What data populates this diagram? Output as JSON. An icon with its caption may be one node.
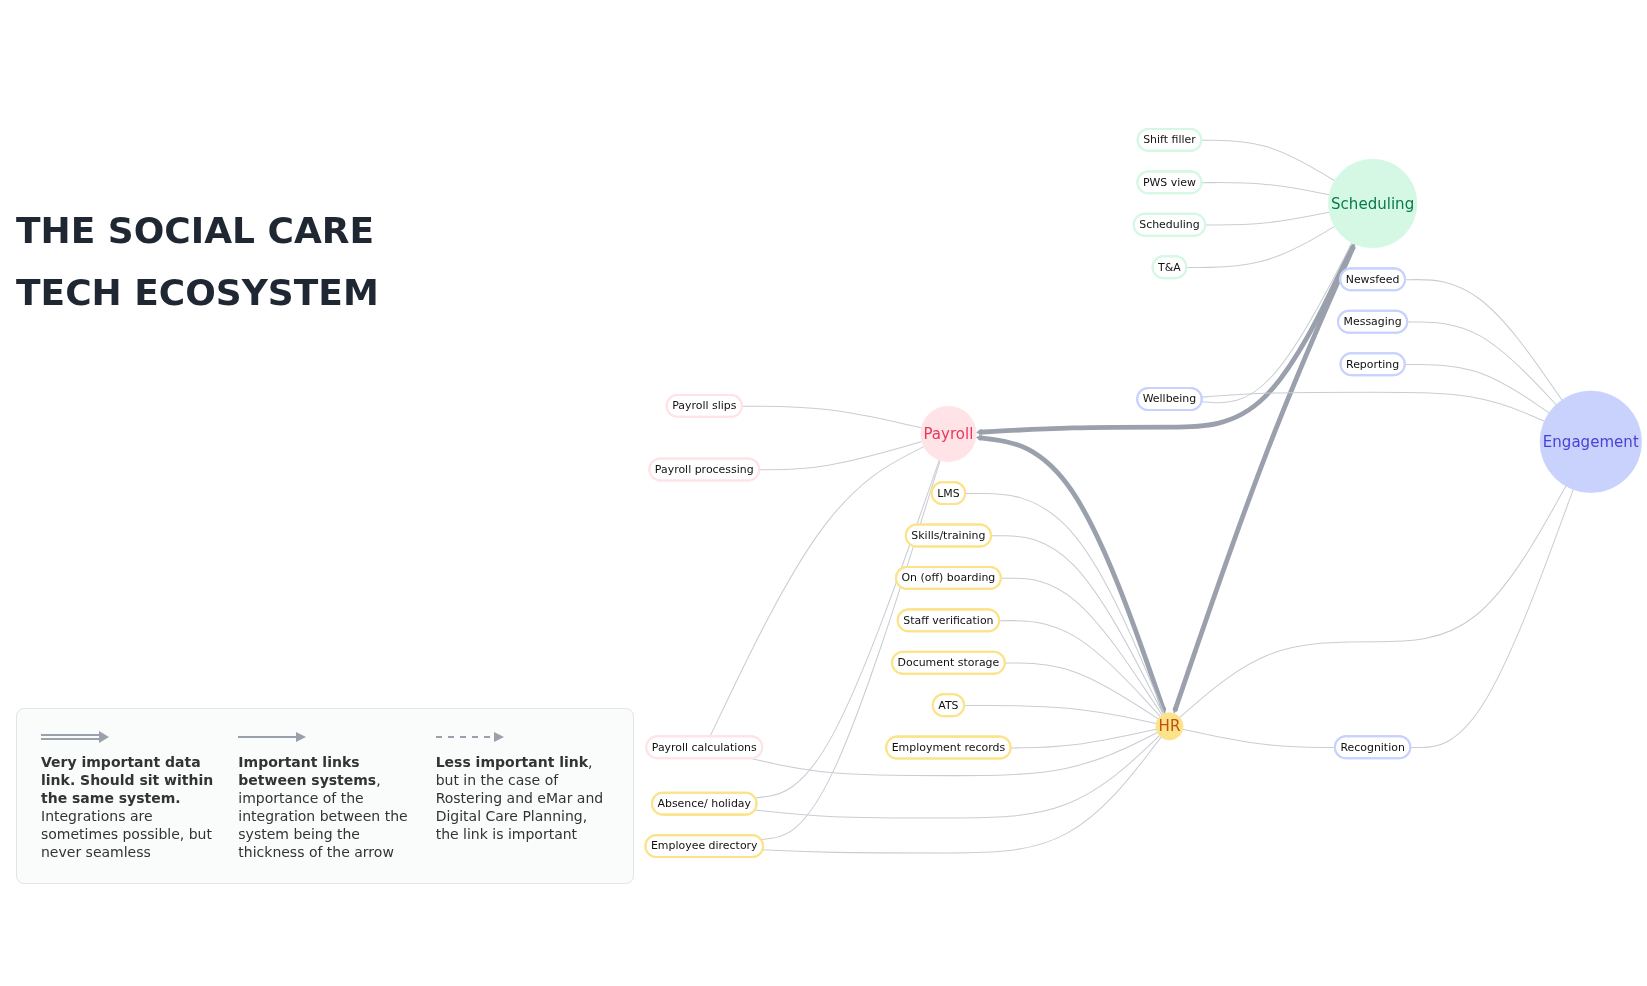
{
  "diagram": {
    "title": "THE SOCIAL CARE TECH ECOSYSTEM",
    "nodes": [
      {
        "text": [
          "Payroll"
        ]
      },
      {
        "text": [
          "Scheduling"
        ]
      },
      {
        "text": [
          "HR"
        ]
      },
      {
        "text": [
          "Engagement"
        ]
      },
      {
        "text": [
          "Payroll slips"
        ]
      },
      {
        "text": [
          "Payroll processing"
        ]
      },
      {
        "text": [
          "Shift filler"
        ]
      },
      {
        "text": [
          "PWS view"
        ]
      },
      {
        "text": [
          "Scheduling"
        ]
      },
      {
        "text": [
          "T&A"
        ]
      },
      {
        "text": [
          "Payroll calculations"
        ]
      },
      {
        "text": [
          "Employee directory"
        ]
      },
      {
        "text": [
          "Absence/ holiday"
        ]
      },
      {
        "text": [
          "LMS"
        ]
      },
      {
        "text": [
          "Skills/training"
        ]
      },
      {
        "text": [
          "Newsfeed"
        ]
      },
      {
        "text": [
          "Wellbeing"
        ]
      },
      {
        "text": [
          "On (off) boarding"
        ]
      },
      {
        "text": [
          "Messaging"
        ]
      },
      {
        "text": [
          "Staff verification"
        ]
      },
      {
        "text": [
          "Reporting"
        ]
      },
      {
        "text": [
          "Recognition"
        ]
      },
      {
        "text": [
          "Document storage"
        ]
      },
      {
        "text": [
          "ATS"
        ]
      },
      {
        "text": [
          "Employment records"
        ]
      }
    ],
    "edges": [
      {
        "from": 0,
        "to": 1,
        "arrow": "both",
        "style": "thick",
        "color": "#9aa0ac"
      },
      {
        "from": 0,
        "to": 2,
        "arrow": "both",
        "style": "thick",
        "color": "#9aa0ac"
      },
      {
        "from": 2,
        "to": 1,
        "arrow": "both",
        "style": "thick",
        "color": "#9aa0ac"
      },
      {
        "from": 4,
        "to": 0,
        "arrow": "none"
      },
      {
        "from": 5,
        "to": 0,
        "arrow": "none"
      },
      {
        "from": 6,
        "to": 1,
        "arrow": "none"
      },
      {
        "from": 7,
        "to": 1,
        "arrow": "none"
      },
      {
        "from": 8,
        "to": 1,
        "arrow": "none"
      },
      {
        "from": 9,
        "to": 1,
        "arrow": "none"
      },
      {
        "from": 10,
        "to": 0,
        "arrow": "none"
      },
      {
        "from": 10,
        "to": 2,
        "arrow": "none"
      },
      {
        "from": 12,
        "to": 0,
        "arrow": "none"
      },
      {
        "from": 12,
        "to": 2,
        "arrow": "none"
      },
      {
        "from": 11,
        "to": 0,
        "arrow": "none"
      },
      {
        "from": 11,
        "to": 2,
        "arrow": "none"
      },
      {
        "from": 13,
        "to": 2,
        "arrow": "none"
      },
      {
        "from": 14,
        "to": 2,
        "arrow": "none"
      },
      {
        "from": 17,
        "to": 2,
        "arrow": "none"
      },
      {
        "from": 19,
        "to": 2,
        "arrow": "none"
      },
      {
        "from": 22,
        "to": 2,
        "arrow": "none"
      },
      {
        "from": 24,
        "to": 2,
        "arrow": "none"
      },
      {
        "from": 23,
        "to": 2,
        "arrow": "none"
      },
      {
        "from": 2,
        "to": 3,
        "arrow": "none"
      },
      {
        "from": 2,
        "to": 21,
        "arrow": "none"
      },
      {
        "from": 15,
        "to": 3,
        "arrow": "none"
      },
      {
        "from": 16,
        "to": 3,
        "arrow": "none"
      },
      {
        "from": 16,
        "to": 1,
        "arrow": "none"
      },
      {
        "from": 18,
        "to": 3,
        "arrow": "none"
      },
      {
        "from": 20,
        "to": 3,
        "arrow": "none"
      },
      {
        "from": 21,
        "to": 3,
        "arrow": "none"
      }
    ],
    "legend": [
      {
        "text": "**Very important data link. Should sit within the same system.** Integrations are sometimes possible, but never seamless"
      },
      {
        "text": "**Important links between systems**, importance of the integration between the system being the thickness of the arrow"
      },
      {
        "text": "**Less important link**, but in the case of Rostering and eMar and Digital Care Planning, the link is important"
      }
    ]
  }
}
